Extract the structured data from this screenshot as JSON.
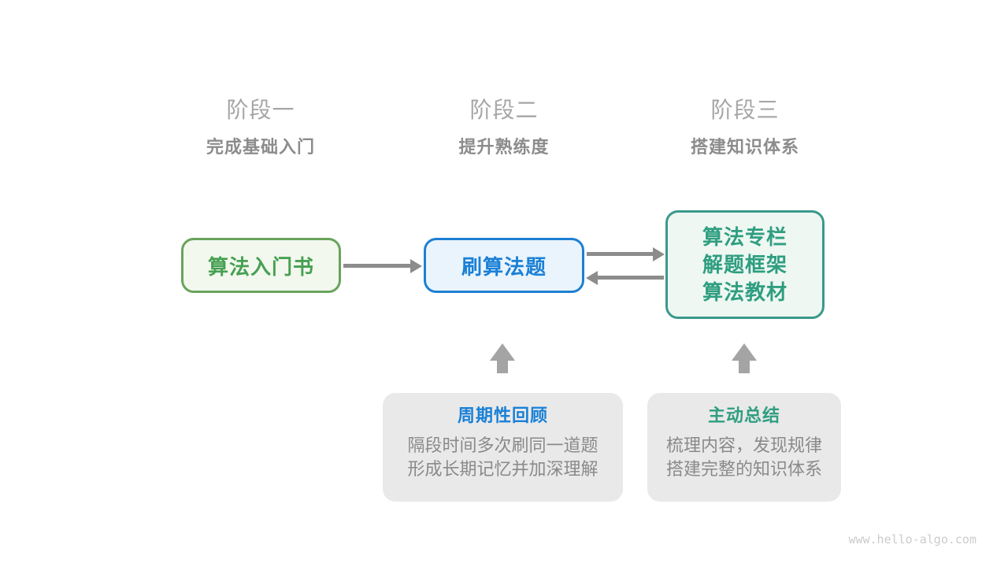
{
  "stages": [
    {
      "label": "阶段一",
      "subtitle": "完成基础入门"
    },
    {
      "label": "阶段二",
      "subtitle": "提升熟练度"
    },
    {
      "label": "阶段三",
      "subtitle": "搭建知识体系"
    }
  ],
  "nodes": [
    {
      "label": "算法入门书"
    },
    {
      "label": "刷算法题"
    },
    {
      "lines": [
        "算法专栏",
        "解题框架",
        "算法教材"
      ]
    }
  ],
  "panels": [
    {
      "title": "周期性回顾",
      "lines": [
        "隔段时间多次刷同一道题",
        "形成长期记忆并加深理解"
      ]
    },
    {
      "title": "主动总结",
      "lines": [
        "梳理内容，发现规律",
        "搭建完整的知识体系"
      ]
    }
  ],
  "watermark": "www.hello-algo.com",
  "colors": {
    "stage_label": "#a6a6a6",
    "stage_subtitle": "#8c8c8c",
    "node1_border": "#69a35b",
    "node1_fill": "#f2f8ee",
    "node1_text": "#47a052",
    "node2_border": "#1d80d2",
    "node2_fill": "#eaf4fc",
    "node2_text": "#1a80d6",
    "node3_border": "#3a998b",
    "node3_fill": "#eef7f2",
    "node3_text": "#2f9e80",
    "panel_bg": "#e9e9e9",
    "panel1_title": "#1a80d6",
    "panel2_title": "#2f9e80",
    "panel_body_text": "#8a8a8a",
    "line_arrow": "#8c8c8c",
    "block_arrow": "#a4a4a4",
    "watermark": "#cccccc",
    "background": "#ffffff"
  }
}
